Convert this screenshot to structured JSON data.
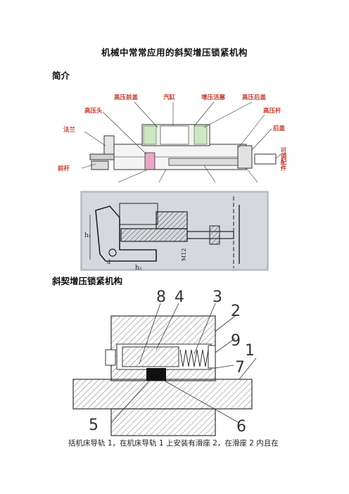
{
  "document": {
    "title": "机械中常常应用的斜契增压锁紧机构",
    "section_intro": "简介",
    "section_mechanism": "斜契增压锁紧机构",
    "body_text": "括机床导轨 1，在机床导轨 1 上安装有滑座 2，在滑座 2 内且在"
  },
  "figure1": {
    "labels": {
      "high_pressure_front_cover": "高压前盖",
      "cylinder": "汽缸",
      "booster_piston": "增压活塞",
      "high_pressure_rear_cover": "高压后盖",
      "high_pressure_head": "高压头",
      "high_pressure_rod": "高压杆",
      "flange": "法兰",
      "rear_cover": "后盖",
      "front_rod": "前杆",
      "adjustable_part": "可调配件"
    }
  },
  "figure2": {
    "labels": {
      "h1": "h₁",
      "h2": "h₂",
      "d": "d",
      "m12": "M12"
    }
  },
  "figure3": {
    "numbers": [
      "8",
      "4",
      "3",
      "2",
      "9",
      "1",
      "7",
      "5",
      "6"
    ]
  }
}
